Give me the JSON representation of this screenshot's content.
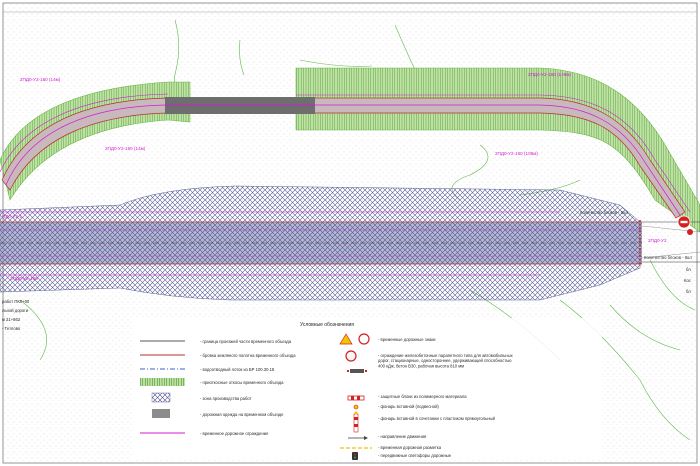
{
  "colors": {
    "frame": "#7a7a7a",
    "embankment": "#8fcf6a",
    "road_fill": "#8c8c8c",
    "hatch_area": "#4a4f8a",
    "magenta": "#d21bd2",
    "edge_red": "#b4322e",
    "contour": "#5fb84a",
    "sign_red": "#d42020",
    "sign_yellow": "#f2c400"
  },
  "labels": {
    "upper_left_top": "2ПД0-У2-160 (14м)",
    "upper_left_bottom": "2ПД0-У2-160 (14м)",
    "upper_right_top": "2ПД0-У2-160 (149м)",
    "upper_right_bottom": "2ПД0-У2-160 (108м)",
    "blocks_top": "Количество блоков - 8шт",
    "blocks_bottom": "Количество блоков - 8шт",
    "right_small": "2ПД0-У2",
    "left_work": "работ ПК0+00",
    "left_road": "льной дороги",
    "left_km": "м 21+862",
    "left_direction": "- Тетлово",
    "left_top": "ПД0-У2-1",
    "left_mid": "2ПД0-У2-160",
    "right_edge_a": "бл",
    "right_edge_b": "Кос",
    "right_edge_c": "бл"
  },
  "legend": {
    "title": "Условные обозначения",
    "left_items": [
      {
        "text": "- граница проезжей части временного объезда"
      },
      {
        "text": "- бровка земляного полотна временного объезда"
      },
      {
        "text": "- водоотводный лоток из БР 100.30.18"
      },
      {
        "text": "- приоткосные откосы временного объезда"
      },
      {
        "text": "- зона производства работ"
      },
      {
        "text": "- дорожная одежда на временном объезде"
      },
      {
        "text": "- временное дорожное ограждение"
      }
    ],
    "right_items": [
      {
        "text": "- временные дорожные знаки"
      },
      {
        "text": "- ограждение железобетонные парапетного типа для автомобильных дорог, стационарные, одностороннее, удерживающей способностью 400 кДж, бетон В30, рабочая высота 810 мм"
      },
      {
        "text": "- защитные блоки из полимерного материала"
      },
      {
        "text": "- фонарь вставной (подвесной)"
      },
      {
        "text": "- фонарь вставной в сочетании с пластиком прямоугольный"
      },
      {
        "text": "- направление движения"
      },
      {
        "text": "- временная дорожная разметка"
      },
      {
        "text": "- передвижные светофоры дорожные"
      }
    ]
  }
}
